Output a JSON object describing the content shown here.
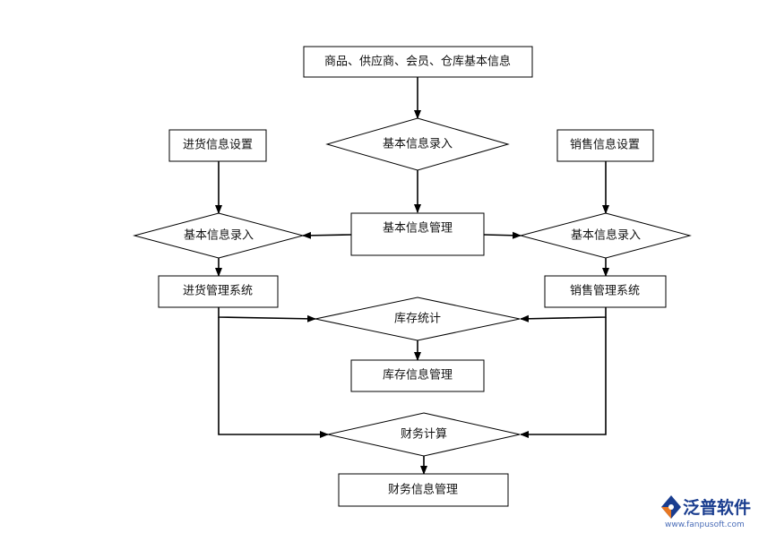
{
  "nodes": {
    "base_info": "商品、供应商、会员、仓库基本信息",
    "entry_top": "基本信息录入",
    "purchase_setup": "进货信息设置",
    "sales_setup": "销售信息设置",
    "base_manage": "基本信息管理",
    "entry_left": "基本信息录入",
    "entry_right": "基本信息录入",
    "purchase_system": "进货管理系统",
    "sales_system": "销售管理系统",
    "stock_stats": "库存统计",
    "stock_manage": "库存信息管理",
    "finance_calc": "财务计算",
    "finance_manage": "财务信息管理"
  },
  "logo": {
    "name": "泛普软件",
    "url": "www.fanpusoft.com"
  },
  "colors": {
    "line": "#000000",
    "logo_blue": "#1a3d8f",
    "logo_orange": "#e87722"
  }
}
